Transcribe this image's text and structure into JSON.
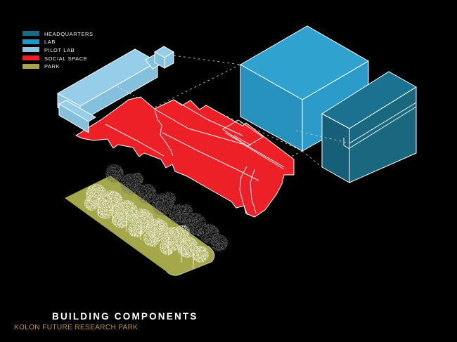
{
  "legend": {
    "items": [
      {
        "label": "HEADQUARTERS",
        "color": "#1b6a85"
      },
      {
        "label": "LAB",
        "color": "#2496c2"
      },
      {
        "label": "PILOT LAB",
        "color": "#8cc6e4"
      },
      {
        "label": "SOCIAL SPACE",
        "color": "#ee2027"
      },
      {
        "label": "PARK",
        "color": "#a4a84b"
      }
    ]
  },
  "footer": {
    "title": "BUILDING COMPONENTS",
    "subtitle": "KOLON FUTURE RESEARCH PARK",
    "title_color": "#ffffff",
    "subtitle_color": "#c49a27"
  },
  "colors": {
    "background": "#000000",
    "outline": "#ffffff",
    "guide_line": "#cccccc",
    "headquarters_top": "#1b7190",
    "headquarters_left": "#155f79",
    "headquarters_right": "#19687f",
    "lab_top": "#2fa2cf",
    "lab_left": "#2792bd",
    "lab_right": "#2b9cc9",
    "pilot_top": "#96cde9",
    "pilot_front": "#85c0dd",
    "pilot_side": "#8cc6e4",
    "social": "#ee2027",
    "park": "#a4a84b",
    "tree_light": "#ffffff",
    "tree_dark": "#6e6e6e"
  }
}
